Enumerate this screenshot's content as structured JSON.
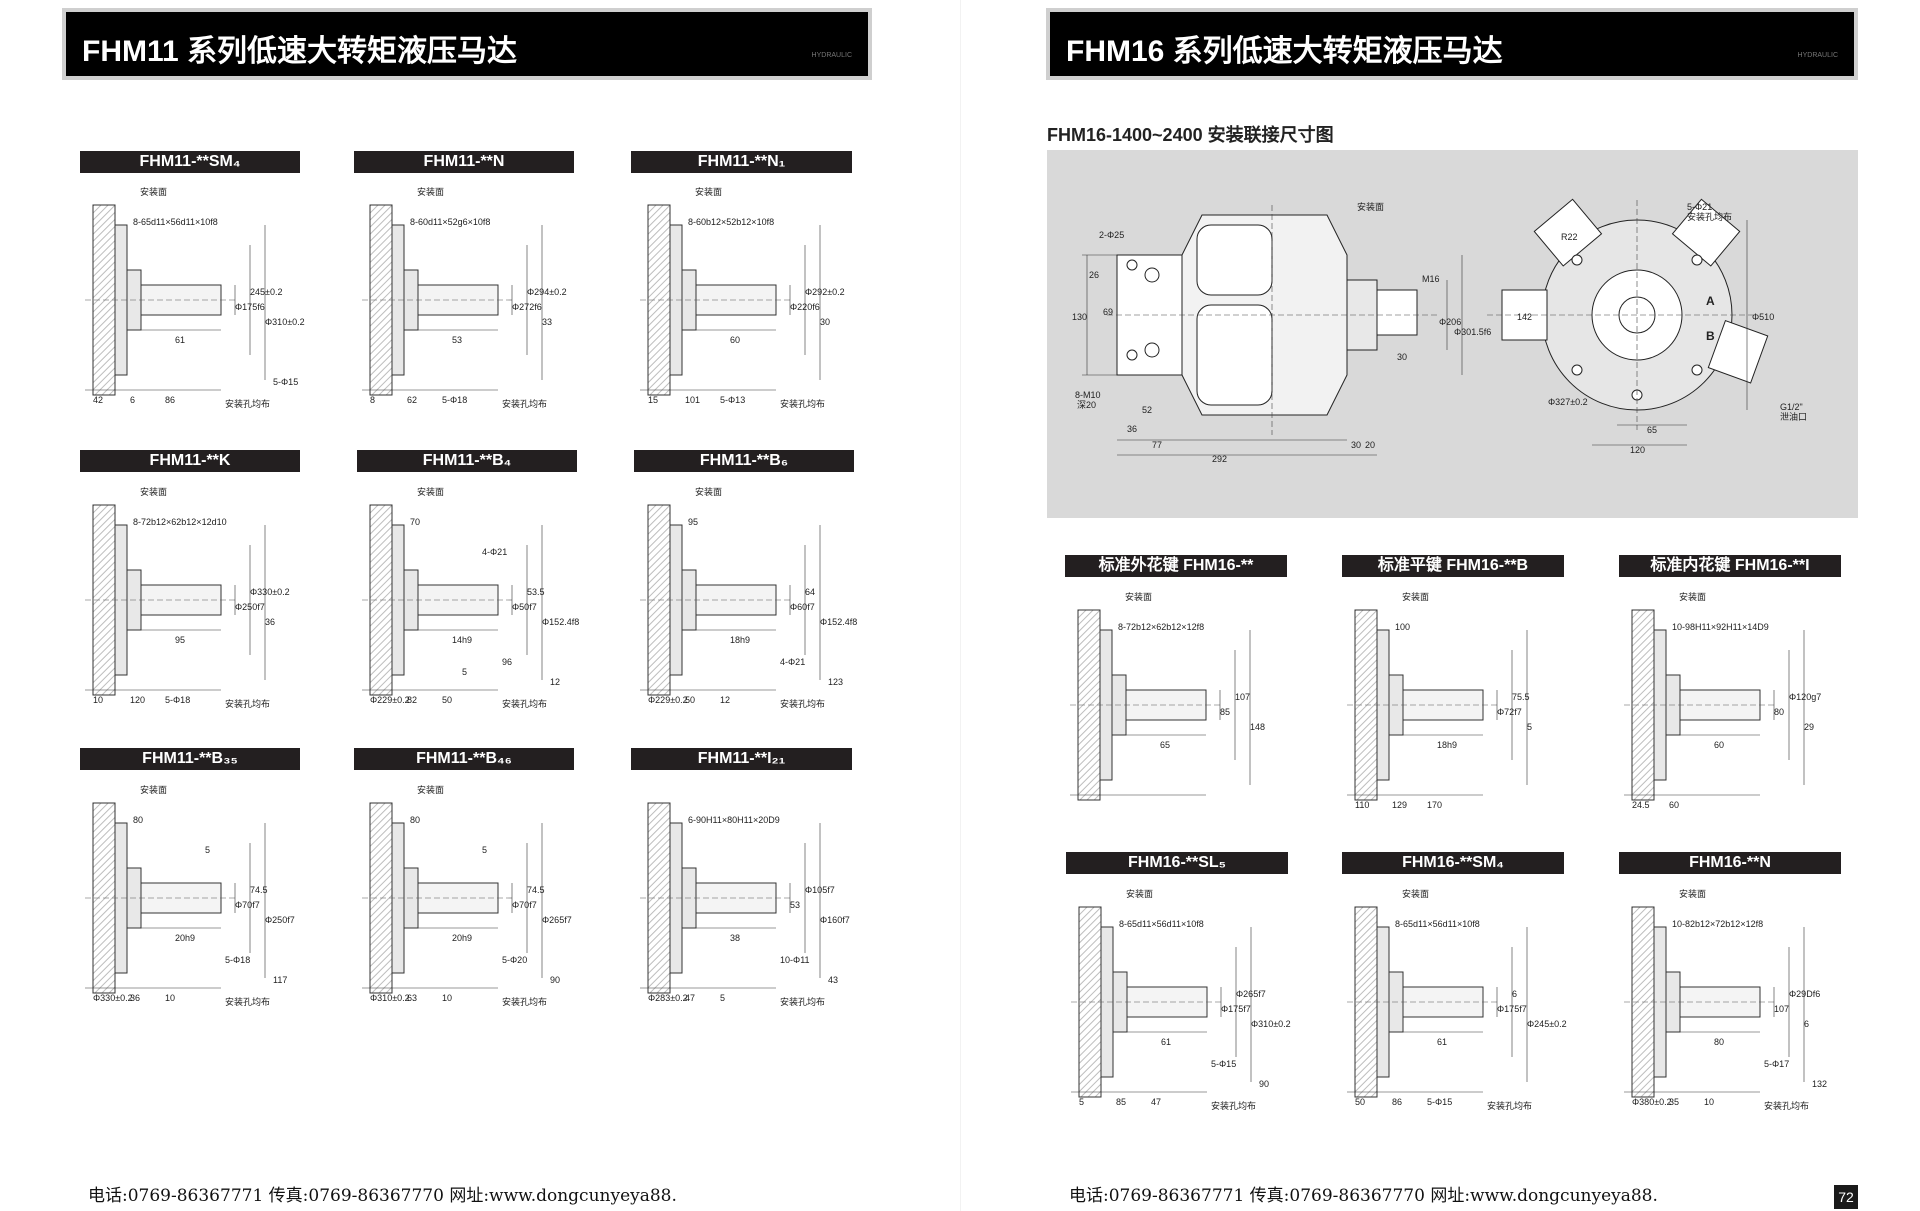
{
  "left_page": {
    "header_title": "FHM11 系列低速大转矩液压马达",
    "header_small": "HYDRAULIC",
    "footer": "电话:0769-86367771 传真:0769-86367770 网址:www.dongcunyeya88.",
    "drawings": [
      {
        "label": "FHM11-**SM₄",
        "spline": "8-65d11×56d11×10f8",
        "dims": [
          "61",
          "Φ175f6",
          "245±0.2",
          "Φ310±0.2",
          "42",
          "6",
          "86",
          "5-Φ15"
        ],
        "mount": "安装面",
        "holes": "安装孔均布"
      },
      {
        "label": "FHM11-**N",
        "spline": "8-60d11×52g6×10f8",
        "dims": [
          "53",
          "Φ272f6",
          "Φ294±0.2",
          "33",
          "8",
          "62",
          "5-Φ18"
        ],
        "mount": "安装面",
        "holes": "安装孔均布"
      },
      {
        "label": "FHM11-**N₁",
        "spline": "8-60b12×52b12×10f8",
        "dims": [
          "60",
          "Φ220f6",
          "Φ292±0.2",
          "30",
          "15",
          "101",
          "5-Φ13"
        ],
        "mount": "安装面",
        "holes": "安装孔均布"
      },
      {
        "label": "FHM11-**K",
        "spline": "8-72b12×62b12×12d10",
        "dims": [
          "95",
          "Φ250f7",
          "Φ330±0.2",
          "36",
          "10",
          "120",
          "5-Φ18"
        ],
        "mount": "安装面",
        "holes": "安装孔均布"
      },
      {
        "label": "FHM11-**B₄",
        "spline": "70",
        "dims": [
          "14h9",
          "Φ50f7",
          "53.5",
          "Φ152.4f8",
          "Φ229±0.2",
          "82",
          "50",
          "12",
          "96",
          "4-Φ21",
          "5"
        ],
        "mount": "安装面",
        "holes": "安装孔均布"
      },
      {
        "label": "FHM11-**B₆",
        "spline": "95",
        "dims": [
          "18h9",
          "Φ60f7",
          "64",
          "Φ152.4f8",
          "Φ229±0.2",
          "50",
          "12",
          "123",
          "4-Φ21"
        ],
        "mount": "安装面",
        "holes": "安装孔均布"
      },
      {
        "label": "FHM11-**B₃₅",
        "spline": "80",
        "dims": [
          "20h9",
          "Φ70f7",
          "74.5",
          "Φ250f7",
          "Φ330±0.2",
          "36",
          "10",
          "117",
          "5-Φ18",
          "5"
        ],
        "mount": "安装面",
        "holes": "安装孔均布"
      },
      {
        "label": "FHM11-**B₄₆",
        "spline": "80",
        "dims": [
          "20h9",
          "Φ70f7",
          "74.5",
          "Φ265f7",
          "Φ310±0.2",
          "63",
          "10",
          "90",
          "5-Φ20",
          "5"
        ],
        "mount": "安装面",
        "holes": "安装孔均布"
      },
      {
        "label": "FHM11-**I₂₁",
        "spline": "6-90H11×80H11×20D9",
        "dims": [
          "38",
          "53",
          "Φ105f7",
          "Φ160f7",
          "Φ283±0.2",
          "47",
          "5",
          "43",
          "10-Φ11"
        ],
        "mount": "",
        "holes": "安装孔均布"
      }
    ]
  },
  "right_page": {
    "header_title": "FHM16 系列低速大转矩液压马达",
    "header_small": "HYDRAULIC",
    "subheading": "FHM16-1400~2400 安装联接尺寸图",
    "big_drawing": {
      "front": [
        "2-Φ25",
        "26",
        "69",
        "130",
        "8-M10",
        "深20",
        "52",
        "36",
        "77",
        "292",
        "30",
        "20",
        "安装面",
        "M16",
        "Φ206",
        "Φ301.5f6",
        "30"
      ],
      "end": [
        "R22",
        "5-Φ21",
        "安装孔均布",
        "Φ510",
        "142",
        "A",
        "B",
        "Φ327±0.2",
        "65",
        "120",
        "G1/2\"",
        "泄油口"
      ]
    },
    "footer": "电话:0769-86367771 传真:0769-86367770 网址:www.dongcunyeya88.",
    "page_number": "72",
    "drawings": [
      {
        "label": "标准外花键 FHM16-**",
        "spline": "8-72b12×62b12×12f8",
        "dims": [
          "65",
          "85",
          "107",
          "148"
        ],
        "mount": "安装面",
        "holes": ""
      },
      {
        "label": "标准平键 FHM16-**B",
        "spline": "100",
        "dims": [
          "18h9",
          "Φ72f7",
          "75.5",
          "5",
          "110",
          "129",
          "170"
        ],
        "mount": "安装面",
        "holes": ""
      },
      {
        "label": "标准内花键 FHM16-**I",
        "spline": "10-98H11×92H11×14D9",
        "dims": [
          "60",
          "80",
          "Φ120g7",
          "29",
          "24.5",
          "60"
        ],
        "mount": "安装面",
        "holes": ""
      },
      {
        "label": "FHM16-**SL₅",
        "spline": "8-65d11×56d11×10f8",
        "dims": [
          "61",
          "Φ175f7",
          "Φ265f7",
          "Φ310±0.2",
          "5",
          "85",
          "47",
          "90",
          "5-Φ15"
        ],
        "mount": "安装面",
        "holes": "安装孔均布"
      },
      {
        "label": "FHM16-**SM₄",
        "spline": "8-65d11×56d11×10f8",
        "dims": [
          "61",
          "Φ175f7",
          "6",
          "Φ245±0.2",
          "50",
          "86",
          "5-Φ15"
        ],
        "mount": "安装面",
        "holes": "安装孔均布"
      },
      {
        "label": "FHM16-**N",
        "spline": "10-82b12×72b12×12f8",
        "dims": [
          "80",
          "107",
          "Φ29Df6",
          "6",
          "Φ380±0.2",
          "35",
          "10",
          "132",
          "5-Φ17"
        ],
        "mount": "安装面",
        "holes": "安装孔均布"
      }
    ]
  },
  "colors": {
    "header_bg": "#000000",
    "header_border": "#cfcfcf",
    "label_bg": "#231f20",
    "panel_bg": "#d9d9d9",
    "hatch": "#bdbdbd",
    "part_fill": "#e8e8e8"
  }
}
